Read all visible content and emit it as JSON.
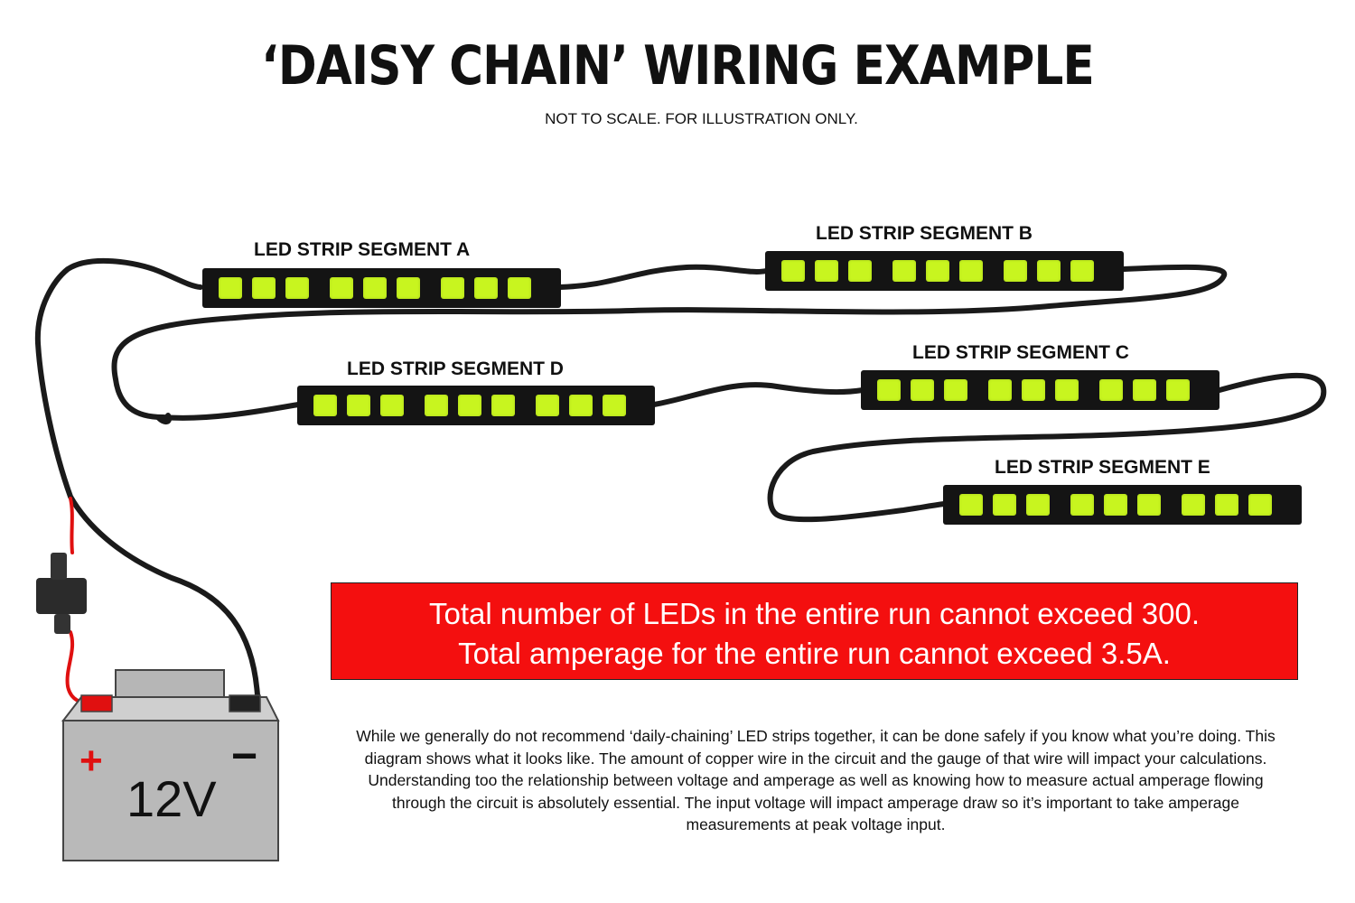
{
  "title": "‘DAISY CHAIN’ WIRING EXAMPLE",
  "subtitle": "NOT TO SCALE. FOR ILLUSTRATION ONLY.",
  "segments": [
    {
      "label": "LED STRIP SEGMENT A",
      "leds": 9
    },
    {
      "label": "LED STRIP SEGMENT B",
      "leds": 9
    },
    {
      "label": "LED STRIP SEGMENT C",
      "leds": 9
    },
    {
      "label": "LED STRIP SEGMENT D",
      "leds": 9
    },
    {
      "label": "LED STRIP SEGMENT E",
      "leds": 9
    }
  ],
  "warning": {
    "line1": "Total number of LEDs in the entire run cannot exceed 300.",
    "line2": "Total amperage for the entire run cannot exceed 3.5A."
  },
  "note": "While we generally do not recommend ‘daily-chaining’ LED strips together, it can be done safely if you know what you’re doing.  This diagram shows what it looks like. The amount of copper wire in the circuit and the gauge of that wire will impact your calculations.  Understanding too the relationship between voltage and amperage as well as knowing how to measure actual amperage flowing through the circuit is absolutely essential. The input voltage will impact amperage draw so it’s important to take amperage measurements at peak voltage input.",
  "battery": {
    "voltage": "12V",
    "plus": "+",
    "minus": "−"
  },
  "colors": {
    "led": "#c8f51f",
    "strip": "#141414",
    "banner": "#f40f0f",
    "positive_wire": "#e01010"
  }
}
